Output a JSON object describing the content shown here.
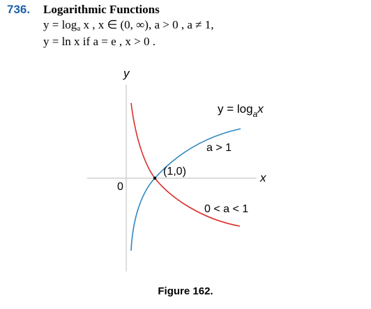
{
  "entry": {
    "number": "736.",
    "title": "Logarithmic Functions",
    "formula_line1": {
      "lead": "y = log",
      "base": "a",
      "rest": " x ,  x ∈ (0, ∞),  a > 0 , a ≠ 1,"
    },
    "formula_line2": "y = ln x  if  a = e ,  x > 0 ."
  },
  "figure": {
    "axis_x_label": "x",
    "axis_y_label": "y",
    "origin_label": "0",
    "point_label": "(1,0)",
    "curve_title_prefix": "y = log",
    "curve_title_base": "a",
    "curve_title_suffix": "x",
    "growth_label": "a > 1",
    "decay_label": "0 < a < 1",
    "caption": "Figure 162."
  },
  "colors": {
    "growth_curve": "#2e86c1",
    "decay_curve": "#d9302b",
    "axes": "#c8c8c8",
    "entry_number": "#1f5fa8"
  }
}
